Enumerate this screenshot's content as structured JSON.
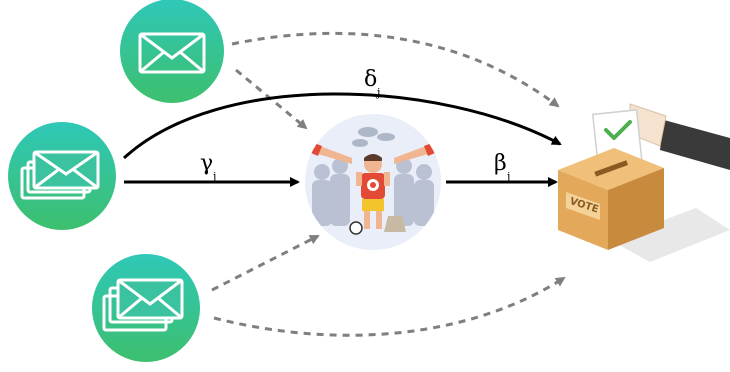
{
  "labels": {
    "delta": "δ",
    "gamma": "γ",
    "beta": "β",
    "subscript": "j"
  },
  "ballot_box": {
    "text": "VOTE"
  },
  "colors": {
    "envelope_gradient_top": "#2fc8b8",
    "envelope_gradient_bottom": "#3dbf6e",
    "envelope_stroke": "#ffffff",
    "solid_arrow": "#000000",
    "dashed_arrow": "#7f7f7f",
    "person_circle": "#e9eef8",
    "ballot_box": "#e3a85a",
    "ballot_box_dark": "#c88a3c",
    "check": "#4caf50",
    "sleeve": "#3a3a3a"
  },
  "icons": {
    "envelope_single": "envelope-icon",
    "envelope_stack": "envelope-stack-icon",
    "person_under_pressure": "pressured-person-icon",
    "ballot_box": "ballot-box-icon"
  }
}
